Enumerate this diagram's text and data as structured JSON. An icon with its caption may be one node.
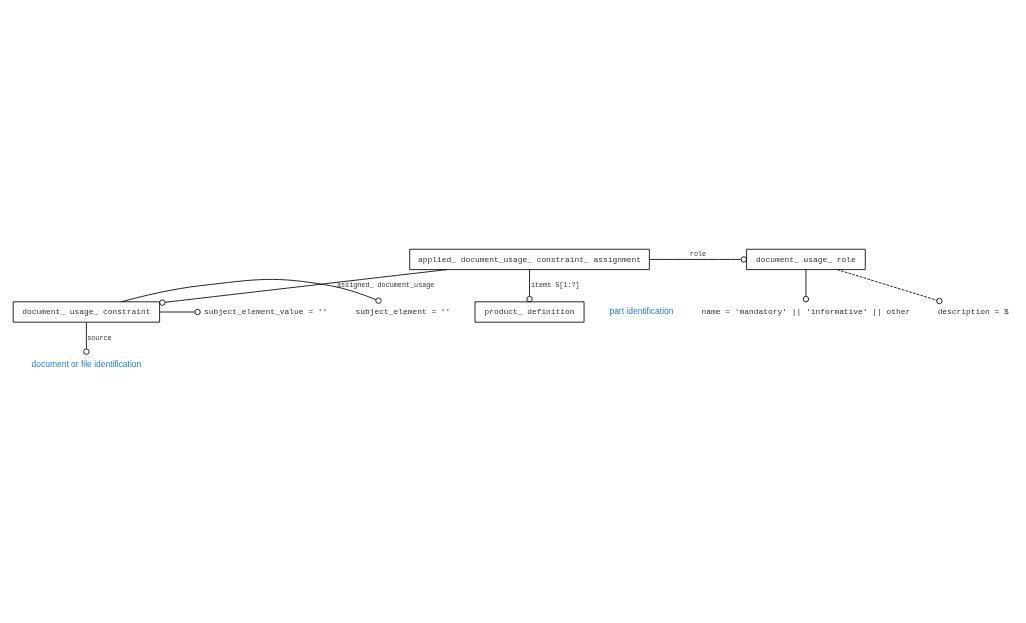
{
  "diagram": {
    "nodes": [
      {
        "text": [
          "document or file identification"
        ]
      },
      {
        "text": [
          "document_ usage_ constraint"
        ]
      },
      {
        "text": [
          "subject_element = ''"
        ]
      },
      {
        "text": [
          "subject_element_value = ''"
        ]
      },
      {
        "text": [
          "applied_ document_usage_ constraint_ assignment"
        ]
      },
      {
        "text": [
          "document_ usage_ role"
        ]
      },
      {
        "text": [
          "name = 'mandatory' || 'informative' || other"
        ]
      },
      {
        "text": [
          "description = $"
        ]
      },
      {
        "text": [
          "product_ definition"
        ],
        "beside": [
          "part identification"
        ]
      }
    ],
    "edges": [
      {
        "from": 1,
        "to": 0,
        "arrow": "other",
        "label": "source"
      },
      {
        "from": 1,
        "to": 2,
        "arrow": "other"
      },
      {
        "from": 1,
        "to": 3,
        "arrow": "other"
      },
      {
        "from": 4,
        "to": 1,
        "arrow": "other",
        "label": "assigned_ document_usage"
      },
      {
        "from": 4,
        "to": 5,
        "arrow": "other",
        "label": "role"
      },
      {
        "from": 5,
        "to": 6,
        "arrow": "other"
      },
      {
        "from": 5,
        "to": 7,
        "arrow": "other",
        "style": "dashed"
      },
      {
        "from": 4,
        "to": 8,
        "arrow": "other",
        "label": "items S[1:?]"
      }
    ]
  }
}
